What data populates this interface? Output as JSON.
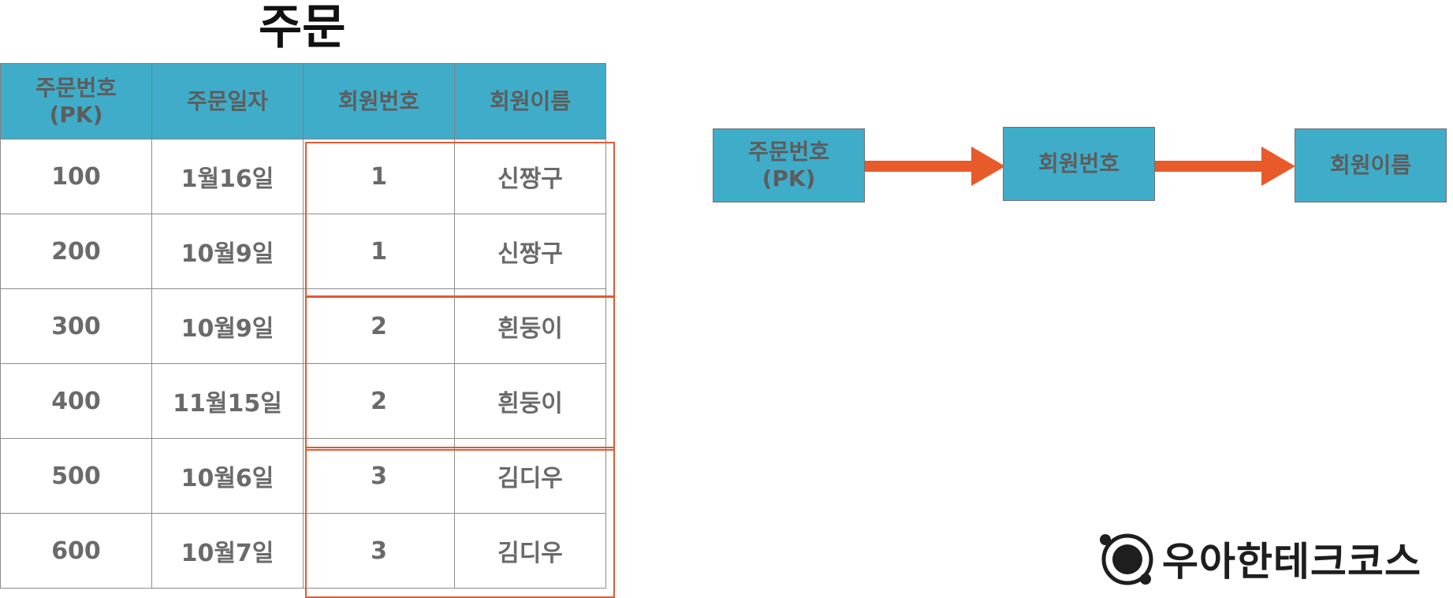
{
  "title": "주문",
  "table": {
    "headers": [
      {
        "line1": "주문번호",
        "line2": "(PK)"
      },
      {
        "line1": "주문일자",
        "line2": ""
      },
      {
        "line1": "회원번호",
        "line2": ""
      },
      {
        "line1": "회원이름",
        "line2": ""
      }
    ],
    "rows": [
      [
        "100",
        "1월16일",
        "1",
        "신짱구"
      ],
      [
        "200",
        "10월9일",
        "1",
        "신짱구"
      ],
      [
        "300",
        "10월9일",
        "2",
        "흰둥이"
      ],
      [
        "400",
        "11월15일",
        "2",
        "흰둥이"
      ],
      [
        "500",
        "10월6일",
        "3",
        "김디우"
      ],
      [
        "600",
        "10월7일",
        "3",
        "김디우"
      ]
    ]
  },
  "diagram": {
    "nodes": [
      {
        "line1": "주문번호",
        "line2": "(PK)"
      },
      {
        "line1": "회원번호",
        "line2": ""
      },
      {
        "line1": "회원이름",
        "line2": ""
      }
    ],
    "arrow_color": "#e85a2a",
    "node_color": "#3fadc9"
  },
  "logo": {
    "text": "우아한테크코스",
    "icon": "woowa-logo-icon"
  }
}
